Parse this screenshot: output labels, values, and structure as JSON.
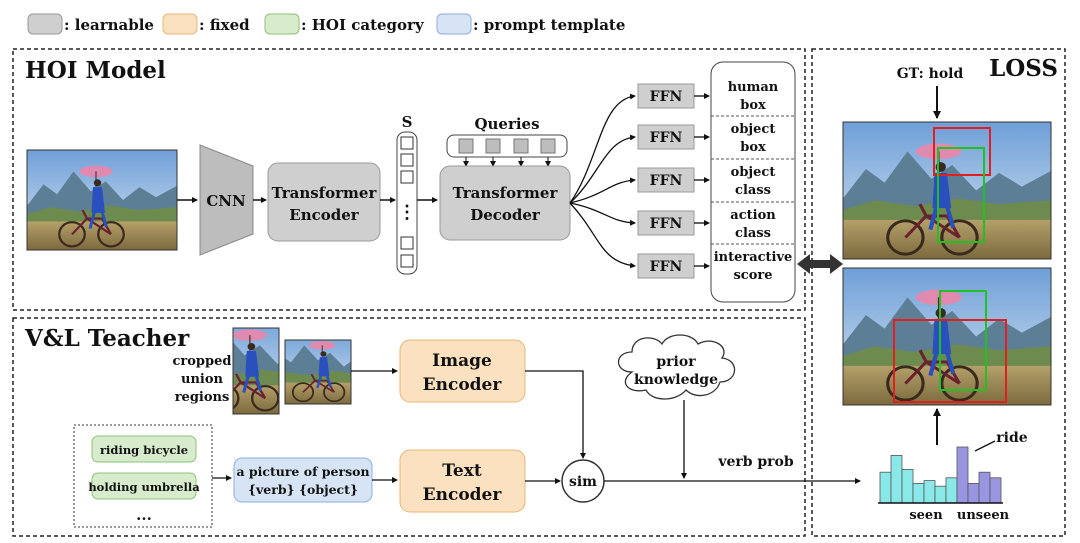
{
  "legend": {
    "learnable": ": learnable",
    "fixed": ": fixed",
    "hoi_category": ": HOI category",
    "prompt_template": ": prompt template"
  },
  "colors": {
    "learnable": "#cfcfcf",
    "fixed": "#fbe1bf",
    "hoi_category": "#d7ebcd",
    "prompt_template": "#d7e4f5",
    "gt_box_red": "#e02020",
    "gt_box_green": "#22c022",
    "hist_seen": "#8ae8e8",
    "hist_unseen": "#9a95e0"
  },
  "hoi_model": {
    "title": "HOI Model",
    "cnn": "CNN",
    "encoder": [
      "Transformer",
      "Encoder"
    ],
    "seq_label": "S",
    "seq_dots": "⋮",
    "queries": "Queries",
    "decoder": [
      "Transformer",
      "Decoder"
    ],
    "ffn": "FFN",
    "outputs": [
      [
        "human",
        "box"
      ],
      [
        "object",
        "box"
      ],
      [
        "object",
        "class"
      ],
      [
        "action",
        "class"
      ],
      [
        "interactive",
        "score"
      ]
    ]
  },
  "loss": {
    "title": "LOSS",
    "gt": "GT: hold",
    "ride": "ride",
    "seen": "seen",
    "unseen": "unseen"
  },
  "teacher": {
    "title": "V&L Teacher",
    "cropped": [
      "cropped",
      "union",
      "regions"
    ],
    "image_encoder": [
      "Image",
      "Encoder"
    ],
    "text_encoder": [
      "Text",
      "Encoder"
    ],
    "prior": [
      "prior",
      "knowledge"
    ],
    "sim": "sim",
    "verb_prob": "verb prob",
    "categories": [
      "riding bicycle",
      "holding umbrella"
    ],
    "ellipsis": "...",
    "prompt": [
      "a picture of person",
      "{verb} {object}"
    ]
  },
  "histogram": {
    "seen_values": [
      0.55,
      0.85,
      0.6,
      0.35,
      0.4,
      0.3,
      0.45
    ],
    "unseen_values": [
      1.0,
      0.35,
      0.55,
      0.45
    ]
  }
}
